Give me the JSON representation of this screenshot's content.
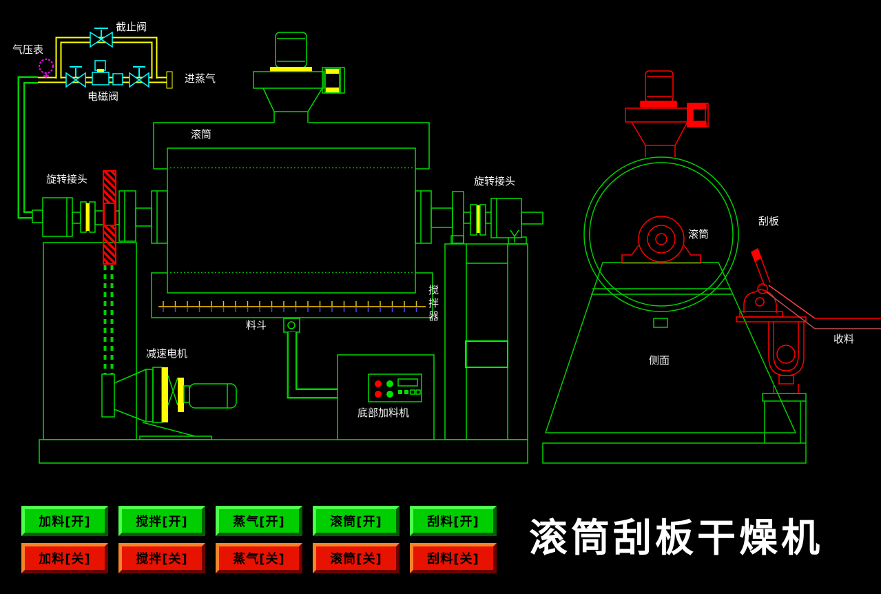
{
  "title": "滚筒刮板干燥机",
  "colors": {
    "background": "#000000",
    "line_green": "#00DC00",
    "line_red": "#FF0000",
    "pipe_yellow": "#FFFF00",
    "valve_cyan": "#00FFFF",
    "gauge_magenta": "#FF00FF",
    "rake_blue": "#4444FF",
    "button_on_face": "#00CE00",
    "button_off_face": "#E81200",
    "label_text": "#F2F2F2",
    "title_text": "#FFFFFF"
  },
  "diagram": {
    "labels": {
      "stop_valve": "截止阀",
      "pressure_gauge": "气压表",
      "solenoid_valve": "电磁阀",
      "steam_inlet": "进蒸气",
      "drum_front": "滚筒",
      "rotary_joint_left": "旋转接头",
      "rotary_joint_right": "旋转接头",
      "agitator": "搅拌器",
      "hopper": "料斗",
      "gear_motor": "减速电机",
      "bottom_feeder": "底部加料机",
      "drum_side": "滚筒",
      "scraper": "刮板",
      "side_view": "侧面",
      "collect_material": "收料"
    }
  },
  "buttons": {
    "on_row": [
      {
        "label": "加料[开]"
      },
      {
        "label": "搅拌[开]"
      },
      {
        "label": "蒸气[开]"
      },
      {
        "label": "滚筒[开]"
      },
      {
        "label": "刮料[开]"
      }
    ],
    "off_row": [
      {
        "label": "加料[关]"
      },
      {
        "label": "搅拌[关]"
      },
      {
        "label": "蒸气[关]"
      },
      {
        "label": "滚筒[关]"
      },
      {
        "label": "刮料[关]"
      }
    ]
  }
}
